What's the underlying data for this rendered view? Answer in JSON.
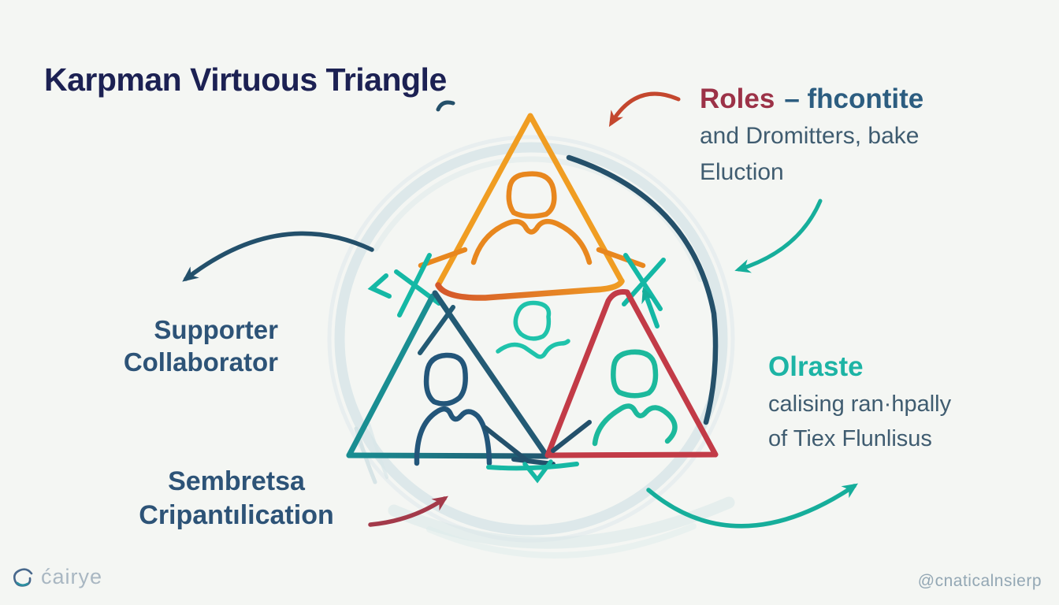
{
  "title": "Karpman Virtuous Triangle",
  "labels": {
    "top_right": {
      "heading_primary": "Roles",
      "heading_secondary": "– fhcontite",
      "line1": "and Dromitters, bake",
      "line2": "Eluction"
    },
    "right": {
      "heading": "Olraste",
      "line1": "calising ran·hpally",
      "line2": "of Tiex Flunlisus"
    },
    "left": {
      "line1": "Supporter",
      "line2": "Collaborator"
    },
    "bottom_left": {
      "line1": "Sembretsa",
      "line2": "Cripantılication"
    }
  },
  "watermarks": {
    "left": "ćairye",
    "right": "@cnaticalnsierp"
  },
  "icons": {
    "top": "person-icon",
    "bottom_left": "person-icon",
    "bottom_right": "person-icon",
    "center": "person-icon",
    "logo": "swirl-logo-icon"
  },
  "colors": {
    "background": "#f4f6f3",
    "title": "#1c2153",
    "orange": "#f09d22",
    "orange_red": "#d4572b",
    "teal": "#17b3a2",
    "navy": "#23506b",
    "red": "#c23b47",
    "dark_red": "#a33a4a",
    "label_body": "#3f5c70",
    "heading_red": "#9c3247",
    "heading_blue": "#2c5d80",
    "watercolor": "#d7e5e7",
    "watermark": "#a9b7c2"
  }
}
